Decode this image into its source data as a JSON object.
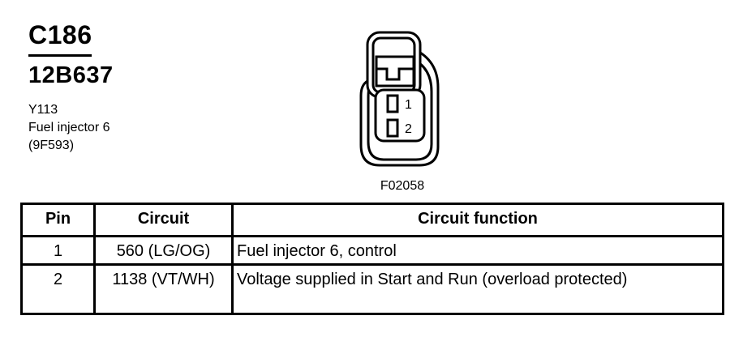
{
  "header": {
    "connector_id": "C186",
    "part_number": "12B637",
    "component_code": "Y113",
    "component_name": "Fuel injector 6",
    "component_basepart": "(9F593)"
  },
  "diagram": {
    "figure_number": "F02058",
    "pin_labels": [
      "1",
      "2"
    ]
  },
  "table": {
    "headers": [
      "Pin",
      "Circuit",
      "Circuit function"
    ],
    "rows": [
      {
        "pin": "1",
        "circuit": "560 (LG/OG)",
        "function": "Fuel injector 6, control"
      },
      {
        "pin": "2",
        "circuit": "1138 (VT/WH)",
        "function": "Voltage supplied in Start and Run (overload protected)"
      }
    ]
  },
  "colors": {
    "ink": "#000000",
    "background": "#ffffff"
  }
}
